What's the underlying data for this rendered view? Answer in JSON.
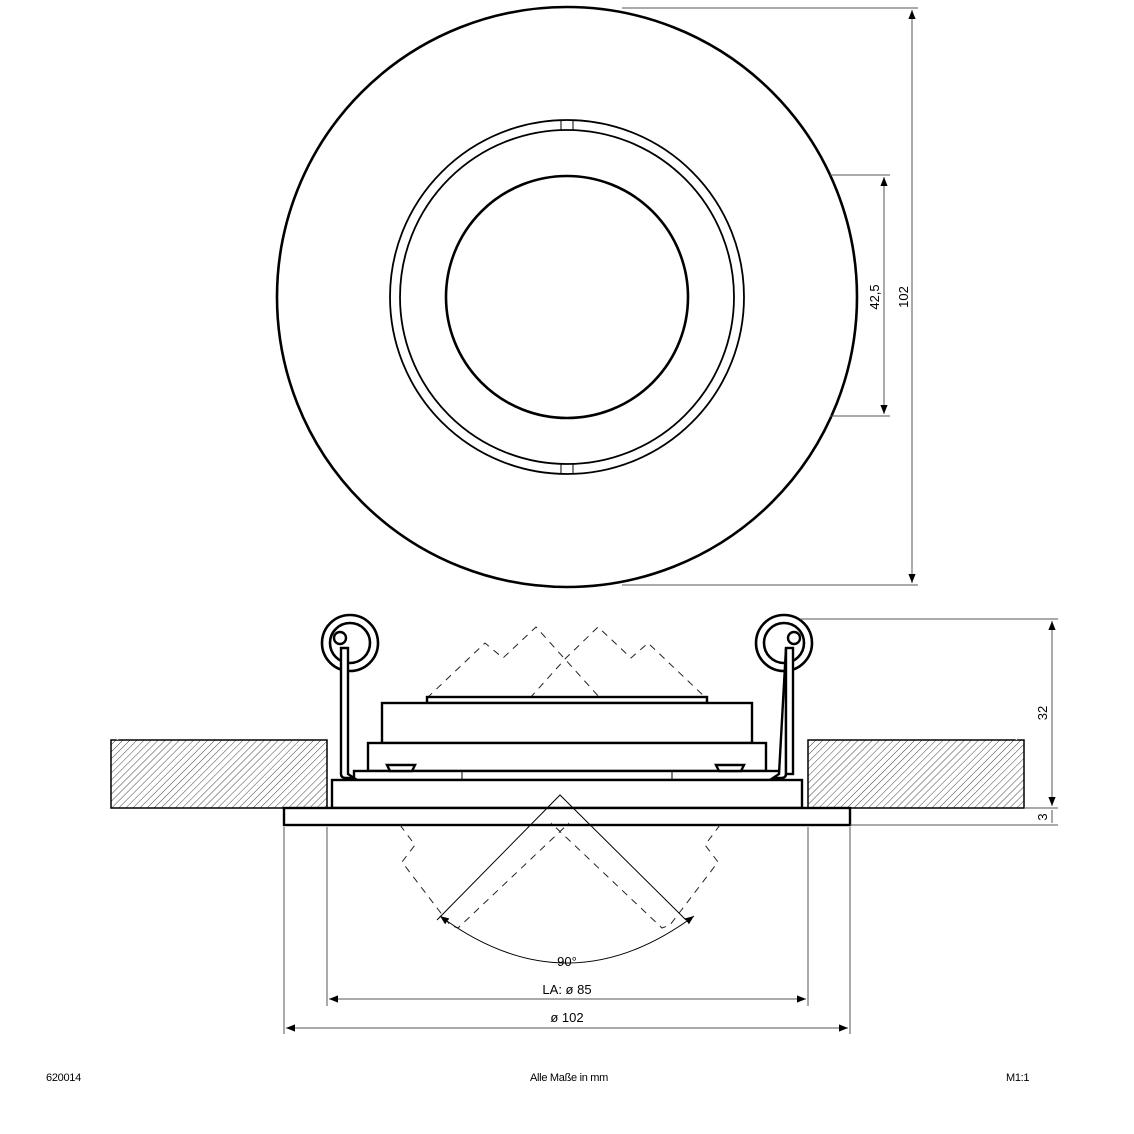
{
  "drawing": {
    "top_view": {
      "outer_diameter_label": "102",
      "inner_diameter_label": "42,5"
    },
    "side_view": {
      "height_label": "32",
      "flange_thickness_label": "3",
      "tilt_angle_label": "90°",
      "cutout_label": "LA: ø 85",
      "diameter_label": "ø 102"
    }
  },
  "footer": {
    "article_number": "620014",
    "units_note": "Alle Maße in mm",
    "scale": "M1:1"
  },
  "colors": {
    "line": "#000000",
    "dimension": "#555555",
    "background": "#ffffff"
  }
}
